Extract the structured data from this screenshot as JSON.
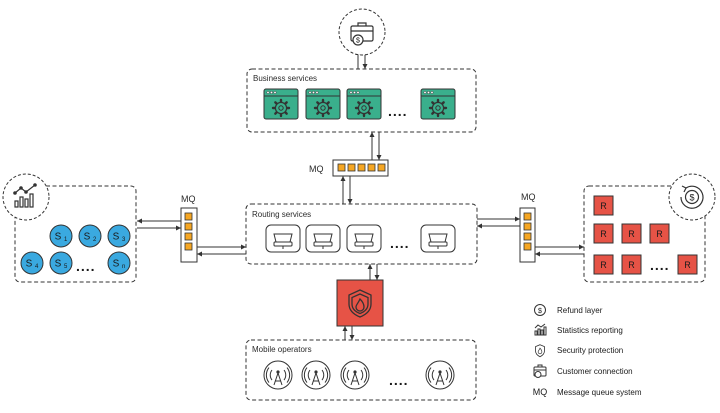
{
  "groups": {
    "business": {
      "title": "Business services"
    },
    "routing": {
      "title": "Routing services"
    },
    "mobile": {
      "title": "Mobile operators"
    }
  },
  "queues": {
    "top": "MQ",
    "left": "MQ",
    "right": "MQ"
  },
  "statistics": {
    "nodes": [
      {
        "main": "S",
        "sub": "1"
      },
      {
        "main": "S",
        "sub": "2"
      },
      {
        "main": "S",
        "sub": "3"
      },
      {
        "main": "S",
        "sub": "4"
      },
      {
        "main": "S",
        "sub": "5"
      },
      {
        "main": "S",
        "sub": "n"
      }
    ],
    "ellipsis": "...."
  },
  "refund": {
    "node_label": "R",
    "ellipsis": "...."
  },
  "ellipsis": "....",
  "legend": [
    {
      "icon": "refund-icon",
      "label": "Refund layer"
    },
    {
      "icon": "statistics-icon",
      "label": "Statistics reporting"
    },
    {
      "icon": "shield-icon",
      "label": "Security protection"
    },
    {
      "icon": "briefcase-icon",
      "label": "Customer connection"
    },
    {
      "icon": "mq-text",
      "glyph": "MQ",
      "label": "Message queue system"
    }
  ],
  "colors": {
    "green": "#3aaf8c",
    "blue": "#3aa9e0",
    "red": "#e65346",
    "orange": "#f5a623",
    "line": "#333333"
  }
}
